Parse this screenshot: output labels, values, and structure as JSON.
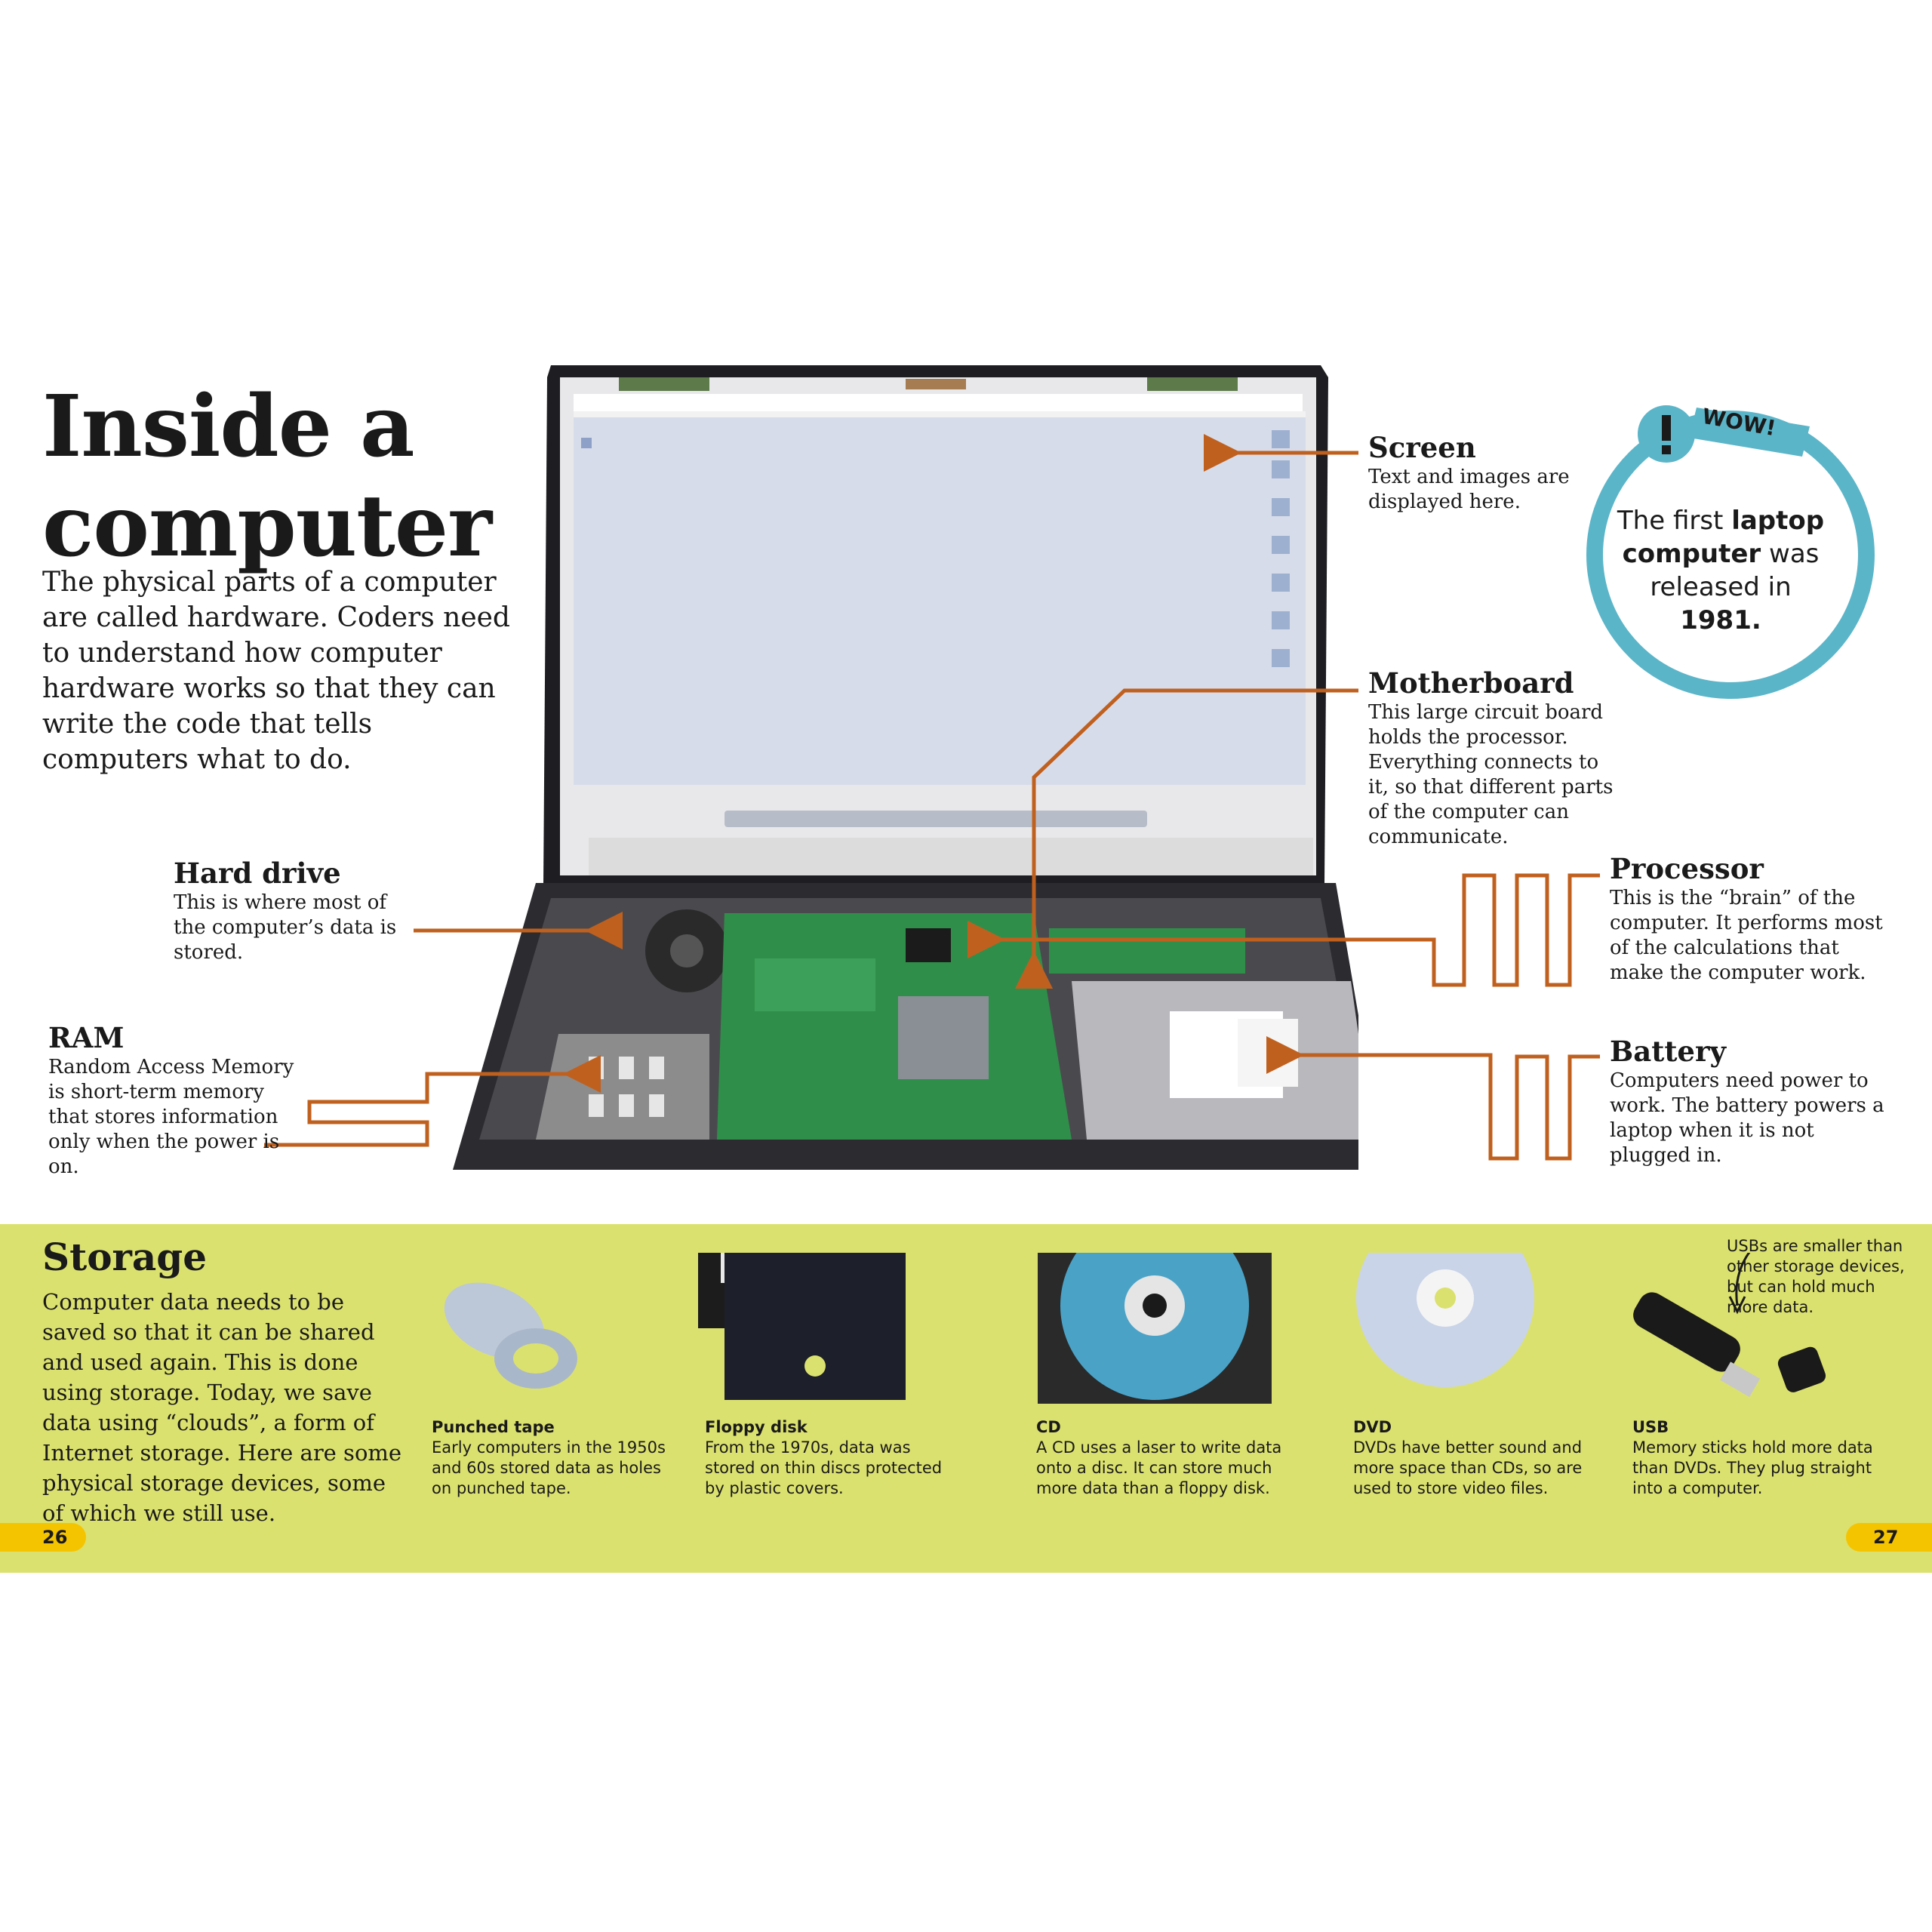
{
  "title": "Inside a computer",
  "intro": "The physical parts of a computer are called hardware. Coders need to understand how computer hardware works so that they can write the code that tells computers what to do.",
  "callouts": {
    "screen": {
      "title": "Screen",
      "text": "Text and images are displayed here."
    },
    "motherboard": {
      "title": "Motherboard",
      "text": "This large circuit board holds the processor. Everything connects to it, so that different parts of the computer can communicate."
    },
    "processor": {
      "title": "Processor",
      "text": "This is the “brain” of the computer. It performs most of the calculations that make the computer work."
    },
    "battery": {
      "title": "Battery",
      "text": "Computers need power to work. The battery powers a laptop when it is not plugged in."
    },
    "hard_drive": {
      "title": "Hard drive",
      "text": "This is where most of the computer’s data is stored."
    },
    "ram": {
      "title": "RAM",
      "text": "Random Access Memory is short-term memory that stores information only when the power is on."
    }
  },
  "wow": {
    "label": "WOW!",
    "text_1": "The first ",
    "bold_1": "laptop computer",
    "text_2": " was released in ",
    "bold_2": "1981."
  },
  "storage": {
    "title": "Storage",
    "text": "Computer data needs to be saved so that it can be shared and used again. This is done using storage. Today, we save data using “clouds”, a form of Internet storage. Here are some physical storage devices, some of which we still use.",
    "devices": [
      {
        "title": "Punched tape",
        "text": "Early computers in the 1950s and 60s stored data as holes on punched tape."
      },
      {
        "title": "Floppy disk",
        "text": "From the 1970s, data was stored on thin discs protected by plastic covers."
      },
      {
        "title": "CD",
        "text": "A CD uses a laser to write data onto a disc. It can store much more data than a floppy disk."
      },
      {
        "title": "DVD",
        "text": "DVDs have better sound and more space than CDs, so are used to store video files."
      },
      {
        "title": "USB",
        "text": "Memory sticks hold more data than DVDs. They plug straight into a computer."
      }
    ],
    "usb_note": "USBs are smaller than other storage devices, but can hold much more data."
  },
  "pages": {
    "left": "26",
    "right": "27"
  },
  "colors": {
    "accent_orange": "#c0601e",
    "storage_band": "#dbe16e",
    "page_tab": "#f5c400",
    "wow_teal": "#5bb5c8"
  }
}
